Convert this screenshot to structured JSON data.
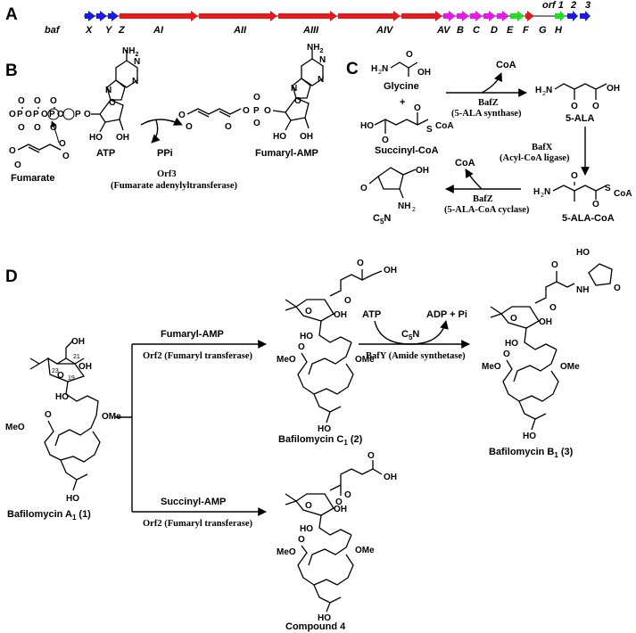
{
  "panels": {
    "a": "A",
    "b": "B",
    "c": "C",
    "d": "D"
  },
  "gene_cluster": {
    "prefix": "baf",
    "genes": [
      {
        "name": "X",
        "color": "#1a1ae6"
      },
      {
        "name": "Y",
        "color": "#1a1ae6"
      },
      {
        "name": "Z",
        "color": "#1a1ae6"
      },
      {
        "name": "AI",
        "color": "#e61a1a"
      },
      {
        "name": "AII",
        "color": "#e61a1a"
      },
      {
        "name": "AIII",
        "color": "#e61a1a"
      },
      {
        "name": "AIV",
        "color": "#e61a1a"
      },
      {
        "name": "AV",
        "color": "#e61a1a"
      },
      {
        "name": "B",
        "color": "#e619e6"
      },
      {
        "name": "C",
        "color": "#e619e6"
      },
      {
        "name": "D",
        "color": "#e619e6"
      },
      {
        "name": "E",
        "color": "#e619e6"
      },
      {
        "name": "F",
        "color": "#e619e6"
      },
      {
        "name": "G",
        "color": "#22dd22"
      },
      {
        "name": "H",
        "color": "#e61a1a"
      }
    ],
    "orf_genes": [
      {
        "name": "orf 1",
        "color": "#22dd22"
      },
      {
        "name": "2",
        "color": "#1a1ae6"
      },
      {
        "name": "3",
        "color": "#1a1ae6"
      }
    ]
  },
  "panel_b": {
    "substrate": "Fumarate",
    "cofactor": "ATP",
    "byproduct": "PPi",
    "enzyme": "Orf3",
    "enzyme_desc": "(Fumarate adenylyltransferase)",
    "product": "Fumaryl-AMP",
    "nh2": "NH",
    "nh2_sub": "2",
    "ho": "HO",
    "oh": "OH"
  },
  "panel_c": {
    "glycine": "Glycine",
    "succinyl": "Succinyl-CoA",
    "coa": "CoA",
    "bafz1": "BafZ",
    "bafz1_desc": "(5-ALA synthase)",
    "ala": "5-ALA",
    "bafx": "BafX",
    "bafx_desc": "(Acyl-CoA ligase)",
    "alacoa": "5-ALA-CoA",
    "bafz2": "BafZ",
    "bafz2_desc": "(5-ALA-CoA cyclase)",
    "c5n": "C",
    "c5n_sub": "5",
    "c5n_n": "N",
    "plus": "+"
  },
  "panel_d": {
    "a1": "Bafilomycin A",
    "a1_sub": "1",
    "a1_num": "(1)",
    "fumaryl_amp": "Fumaryl-AMP",
    "orf2_a": "Orf2 (Fumaryl transferase)",
    "succinyl_amp": "Succinyl-AMP",
    "orf2_b": "Orf2 (Fumaryl transferase)",
    "c1": "Bafilomycin C",
    "c1_sub": "1",
    "c1_num": "(2)",
    "atp": "ATP",
    "adp": "ADP + Pi",
    "c5n": "C",
    "c5n_sub": "5",
    "c5n_n": "N",
    "bafy": "BafY (Amide synthetase)",
    "b1": "Bafilomycin B",
    "b1_sub": "1",
    "b1_num": "(3)",
    "compound4": "Compound 4",
    "meo": "MeO",
    "ome": "OMe",
    "oh": "OH",
    "ho": "HO",
    "nh": "NH",
    "num21": "21",
    "num23": "23",
    "num19": "19"
  }
}
